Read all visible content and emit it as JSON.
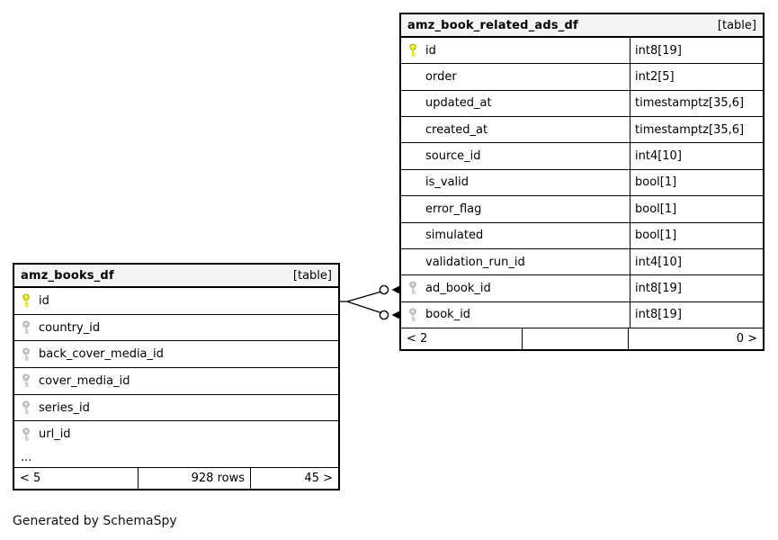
{
  "page": {
    "footnote": "Generated by SchemaSpy"
  },
  "colors": {
    "primary_key": "#e8e400",
    "primary_key_outline": "#a8a400",
    "foreign_key": "#c9c9c9",
    "foreign_key_outline": "#9e9e9e",
    "header_bg": "#f5f5f5",
    "border": "#000000"
  },
  "tables": [
    {
      "name": "amz_book_related_ads_df",
      "badge": "[table]",
      "columns": [
        {
          "name": "id",
          "type": "int8[19]",
          "key": "primary"
        },
        {
          "name": "order",
          "type": "int2[5]",
          "key": "none"
        },
        {
          "name": "updated_at",
          "type": "timestamptz[35,6]",
          "key": "none"
        },
        {
          "name": "created_at",
          "type": "timestamptz[35,6]",
          "key": "none"
        },
        {
          "name": "source_id",
          "type": "int4[10]",
          "key": "none"
        },
        {
          "name": "is_valid",
          "type": "bool[1]",
          "key": "none"
        },
        {
          "name": "error_flag",
          "type": "bool[1]",
          "key": "none"
        },
        {
          "name": "simulated",
          "type": "bool[1]",
          "key": "none"
        },
        {
          "name": "validation_run_id",
          "type": "int4[10]",
          "key": "none"
        },
        {
          "name": "ad_book_id",
          "type": "int8[19]",
          "key": "foreign"
        },
        {
          "name": "book_id",
          "type": "int8[19]",
          "key": "foreign"
        }
      ],
      "footer": {
        "left": "< 2",
        "middle": "",
        "right": "0 >"
      }
    },
    {
      "name": "amz_books_df",
      "badge": "[table]",
      "columns": [
        {
          "name": "id",
          "key": "primary"
        },
        {
          "name": "country_id",
          "key": "foreign"
        },
        {
          "name": "back_cover_media_id",
          "key": "foreign"
        },
        {
          "name": "cover_media_id",
          "key": "foreign"
        },
        {
          "name": "series_id",
          "key": "foreign"
        },
        {
          "name": "url_id",
          "key": "foreign"
        }
      ],
      "ellipsis": "...",
      "footer": {
        "left": "< 5",
        "middle": "928 rows",
        "right": "45 >"
      }
    }
  ],
  "relationships": [
    {
      "from": "amz_books_df.id",
      "to": "amz_book_related_ads_df.ad_book_id"
    },
    {
      "from": "amz_books_df.id",
      "to": "amz_book_related_ads_df.book_id"
    }
  ]
}
